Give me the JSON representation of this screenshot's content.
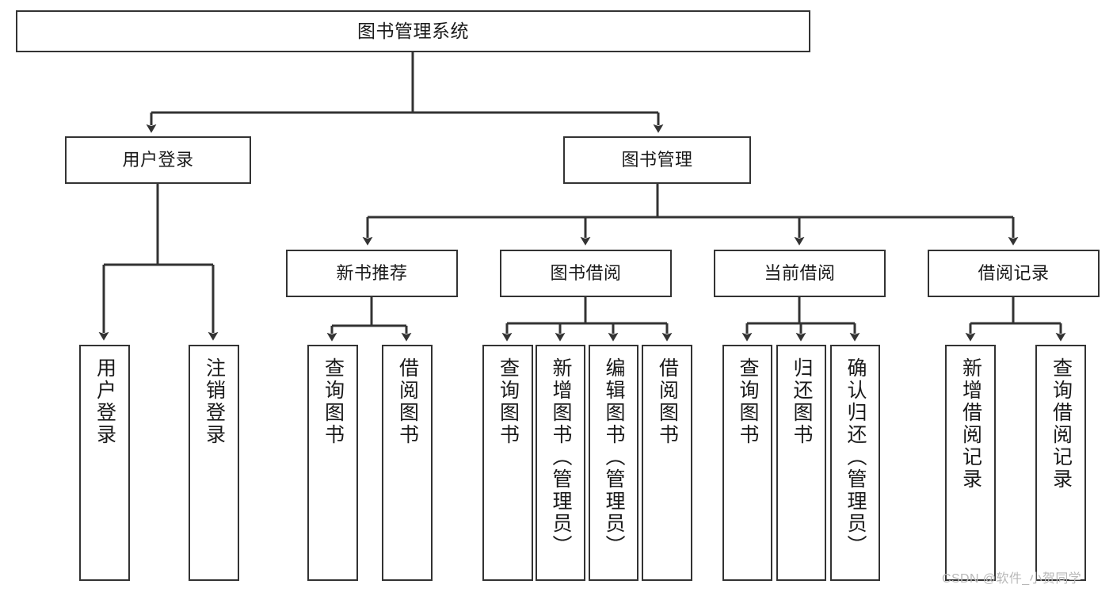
{
  "diagram": {
    "title": "图书管理系统",
    "watermark": "CSDN @软件_小贺同学",
    "stroke_color": "#333333",
    "background_color": "#ffffff",
    "text_color": "#1a1a1a"
  },
  "nodes": {
    "root": {
      "label": "图书管理系统"
    },
    "level2": [
      {
        "label": "用户登录"
      },
      {
        "label": "图书管理"
      }
    ],
    "level3": [
      {
        "label": "新书推荐"
      },
      {
        "label": "图书借阅"
      },
      {
        "label": "当前借阅"
      },
      {
        "label": "借阅记录"
      }
    ],
    "leaves_user_login": [
      {
        "label": "用户登录"
      },
      {
        "label": "注销登录"
      }
    ],
    "leaves_new_books": [
      {
        "label": "查询图书"
      },
      {
        "label": "借阅图书"
      }
    ],
    "leaves_borrow": [
      {
        "label": "查询图书"
      },
      {
        "label": "新增图书（管理员）"
      },
      {
        "label": "编辑图书（管理员）"
      },
      {
        "label": "借阅图书"
      }
    ],
    "leaves_current": [
      {
        "label": "查询图书"
      },
      {
        "label": "归还图书"
      },
      {
        "label": "确认归还（管理员）"
      }
    ],
    "leaves_records": [
      {
        "label": "新增借阅记录"
      },
      {
        "label": "查询借阅记录"
      }
    ]
  },
  "edges": [
    {
      "from": "图书管理系统",
      "to": "用户登录"
    },
    {
      "from": "图书管理系统",
      "to": "图书管理"
    },
    {
      "from": "用户登录",
      "to": "用户登录"
    },
    {
      "from": "用户登录",
      "to": "注销登录"
    },
    {
      "from": "图书管理",
      "to": "新书推荐"
    },
    {
      "from": "图书管理",
      "to": "图书借阅"
    },
    {
      "from": "图书管理",
      "to": "当前借阅"
    },
    {
      "from": "图书管理",
      "to": "借阅记录"
    },
    {
      "from": "新书推荐",
      "to": "查询图书"
    },
    {
      "from": "新书推荐",
      "to": "借阅图书"
    },
    {
      "from": "图书借阅",
      "to": "查询图书"
    },
    {
      "from": "图书借阅",
      "to": "新增图书（管理员）"
    },
    {
      "from": "图书借阅",
      "to": "编辑图书（管理员）"
    },
    {
      "from": "图书借阅",
      "to": "借阅图书"
    },
    {
      "from": "当前借阅",
      "to": "查询图书"
    },
    {
      "from": "当前借阅",
      "to": "归还图书"
    },
    {
      "from": "当前借阅",
      "to": "确认归还（管理员）"
    },
    {
      "from": "借阅记录",
      "to": "新增借阅记录"
    },
    {
      "from": "借阅记录",
      "to": "查询借阅记录"
    }
  ]
}
